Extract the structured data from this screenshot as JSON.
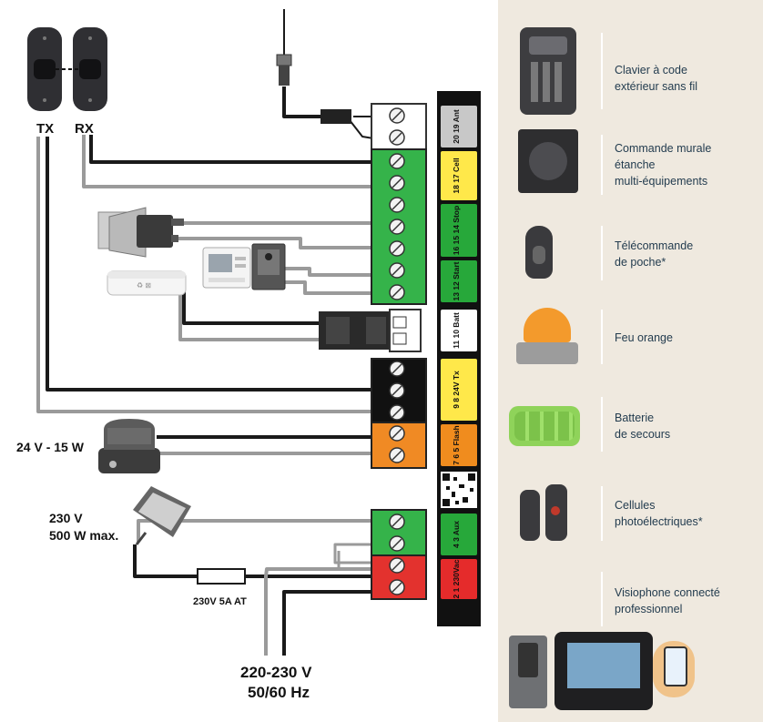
{
  "diagram": {
    "labels": {
      "tx": "TX",
      "rx": "RX",
      "flash_power": "24 V - 15 W",
      "aux_voltage": "230 V",
      "aux_power": "500 W max.",
      "fuse": "230V 5A AT",
      "mains_voltage": "220-230 V",
      "mains_freq": "50/60 Hz"
    },
    "terminals": [
      {
        "nums": "20 19",
        "label": "Ant",
        "color": "#c8c8c8"
      },
      {
        "nums": "18 17",
        "label": "Cell",
        "color": "#ffe84a"
      },
      {
        "nums": "16 15 14",
        "label": "Stop",
        "color": "#27a83a"
      },
      {
        "nums": "13 12",
        "label": "Start",
        "color": "#27a83a"
      },
      {
        "nums": "11 10",
        "label": "Batt",
        "color": "#ffffff"
      },
      {
        "nums": "9 8",
        "label": "24V Tx",
        "color": "#ffe84a"
      },
      {
        "nums": "7 6 5",
        "label": "Flash",
        "color": "#f08c1e"
      },
      {
        "nums": "4 3",
        "label": "Aux",
        "color": "#27a83a"
      },
      {
        "nums": "2 1",
        "label": "230Vac",
        "color": "#e52b2b"
      }
    ],
    "colors": {
      "green": "#35b34a",
      "white_block": "#ffffff",
      "black_block": "#111111",
      "orange": "#f08a24",
      "red": "#e3322e",
      "wire_black": "#1a1a1a",
      "wire_gray": "#9a9a9a",
      "panel_bg": "#efe9df",
      "text_blue": "#233c4f"
    }
  },
  "accessories": [
    {
      "label": "Clavier à code\nextérieur sans fil",
      "icon": "keypad-icon"
    },
    {
      "label": "Commande murale\nétanche\nmulti-équipements",
      "icon": "wall-switch-icon"
    },
    {
      "label": "Télécommande\nde poche*",
      "icon": "remote-icon"
    },
    {
      "label": "Feu orange",
      "icon": "orange-light-icon"
    },
    {
      "label": "Batterie\nde secours",
      "icon": "battery-icon"
    },
    {
      "label": "Cellules\nphotoélectriques*",
      "icon": "photocell-icon"
    },
    {
      "label": "Visiophone connecté\nprofessionnel",
      "icon": "videophone-icon"
    }
  ]
}
